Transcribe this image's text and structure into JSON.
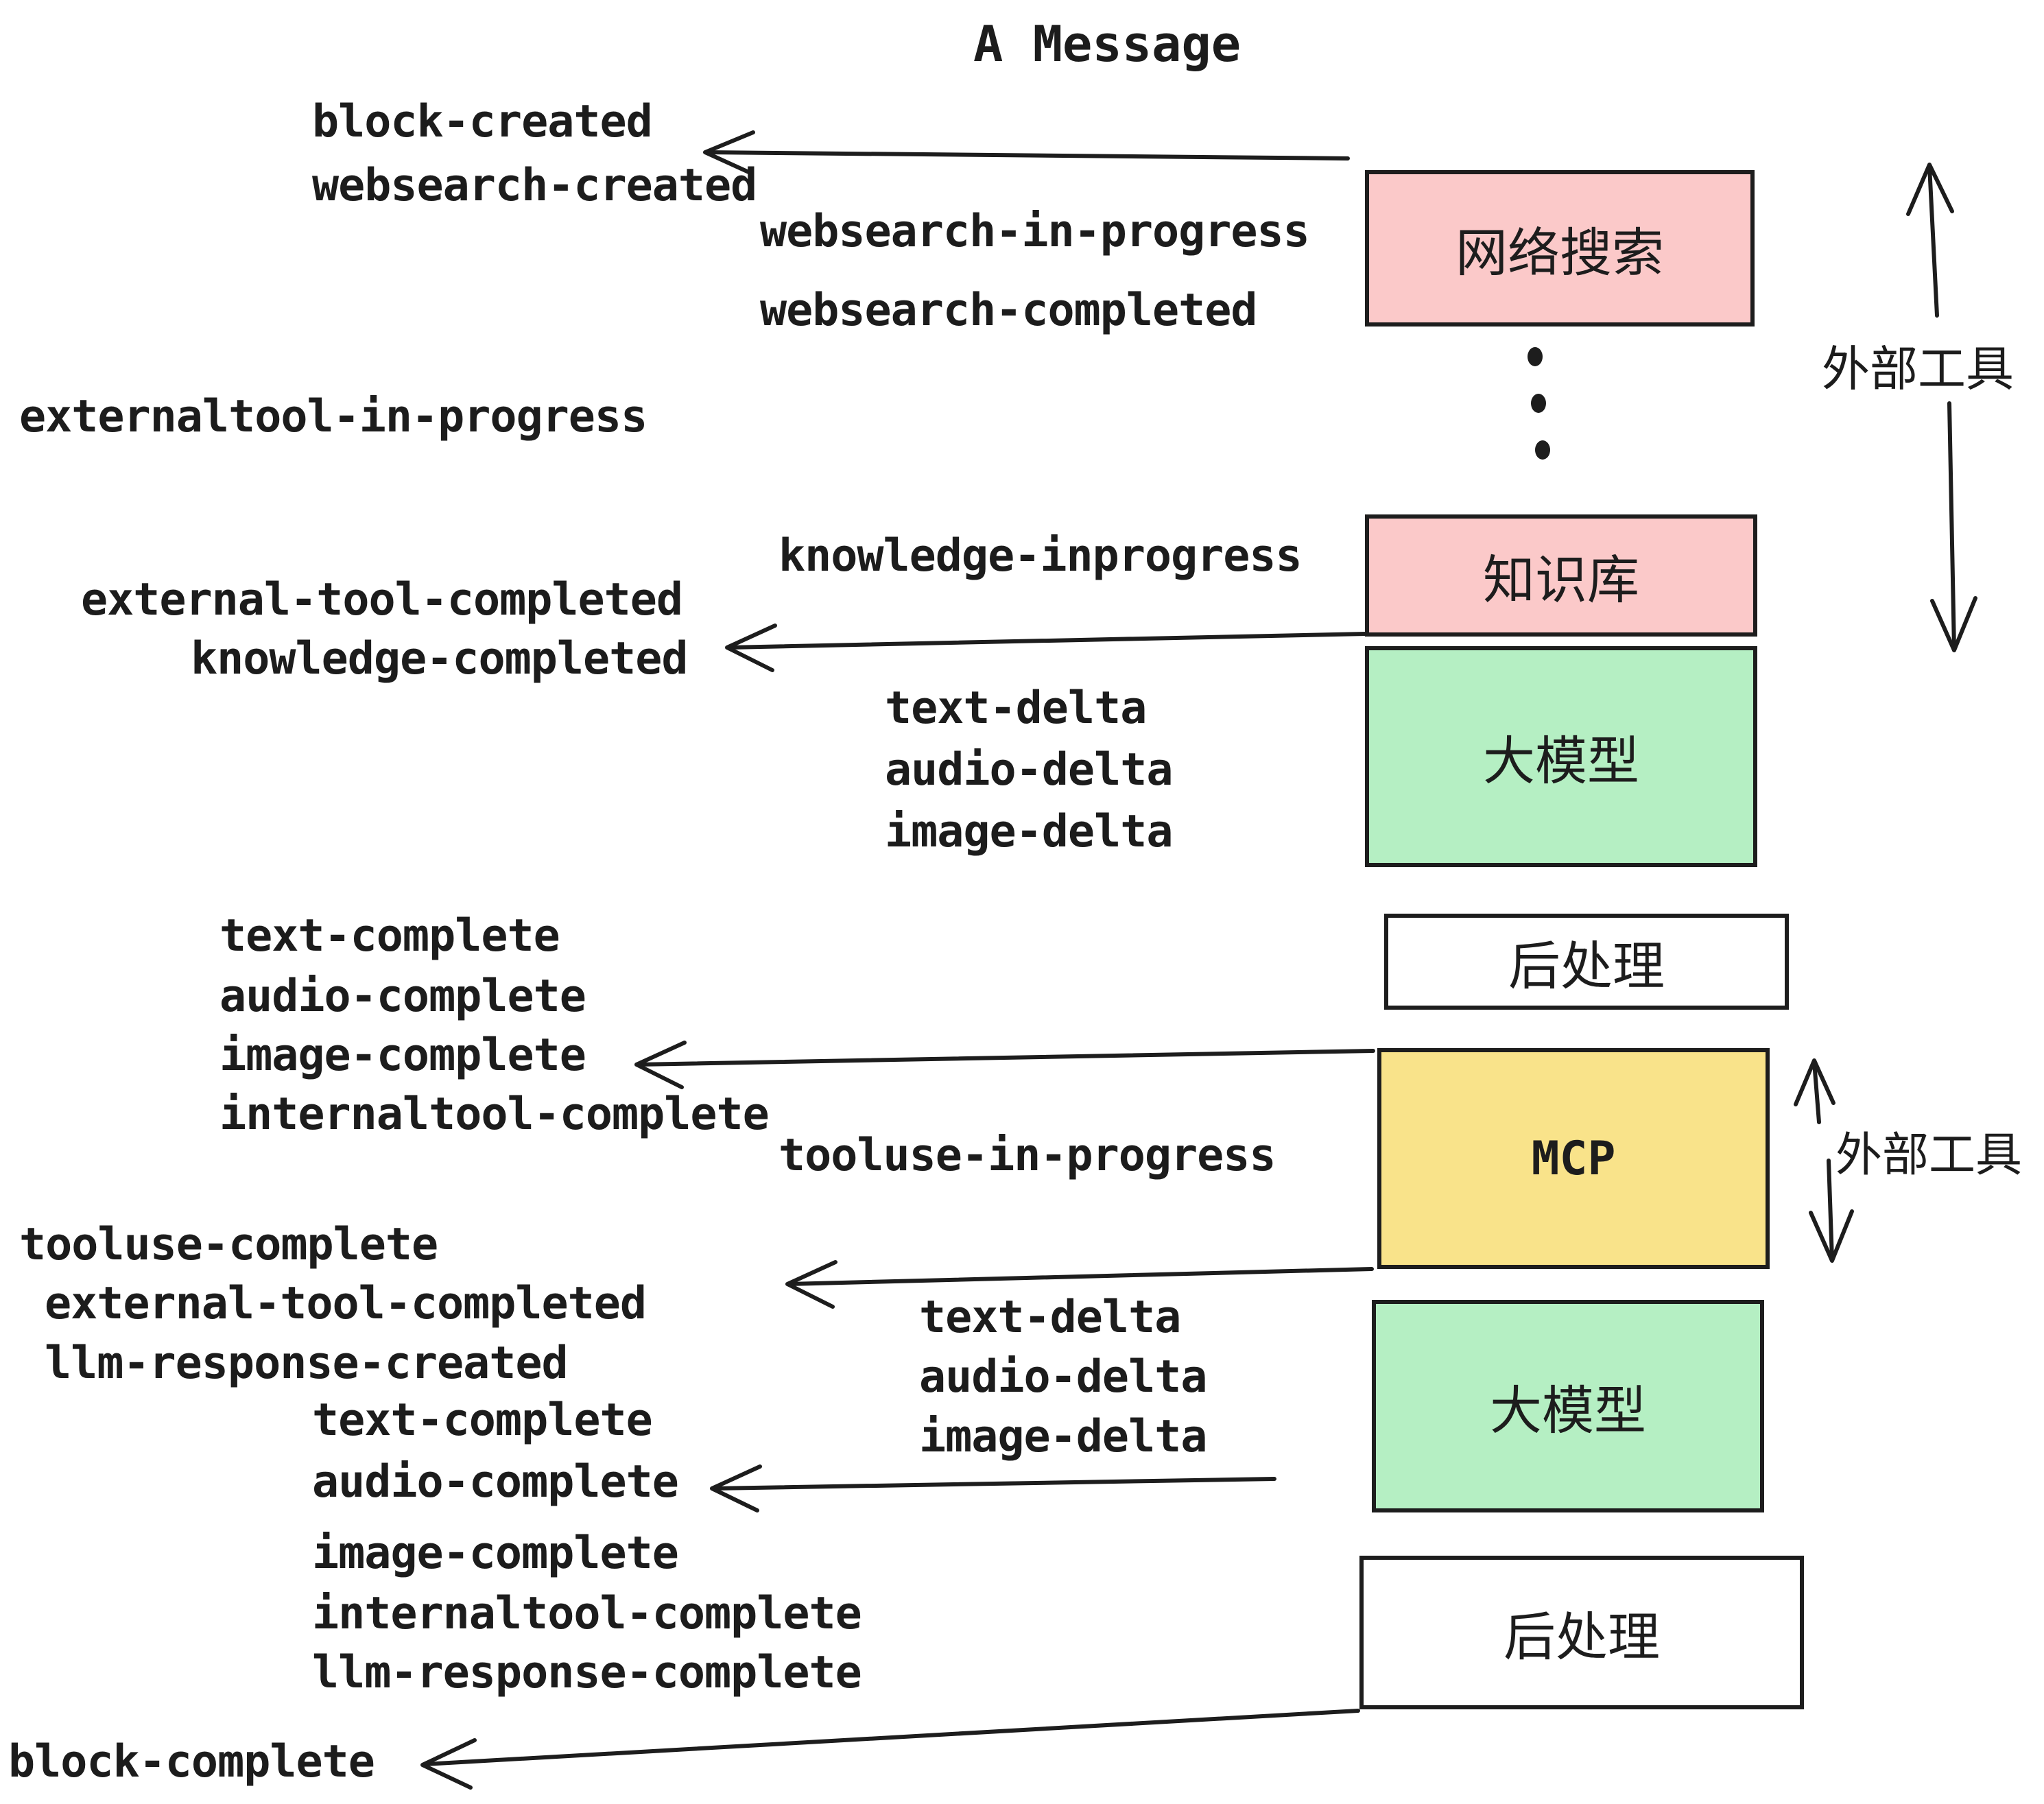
{
  "title": "A Message",
  "boxes": {
    "websearch": {
      "label": "网络搜索",
      "color": "#fbc9c9"
    },
    "knowledge": {
      "label": "知识库",
      "color": "#fbc9c9"
    },
    "llm1": {
      "label": "大模型",
      "color": "#b5efc3"
    },
    "post1": {
      "label": "后处理",
      "color": "#ffffff"
    },
    "mcp": {
      "label": "MCP",
      "color": "#f9e38a"
    },
    "llm2": {
      "label": "大模型",
      "color": "#b5efc3"
    },
    "post2": {
      "label": "后处理",
      "color": "#ffffff"
    }
  },
  "side_labels": {
    "external_tools_1": "外部工具",
    "external_tools_2": "外部工具"
  },
  "events": {
    "block_created": "block-created",
    "websearch_created": "websearch-created",
    "websearch_in_progress": "websearch-in-progress",
    "websearch_completed": "websearch-completed",
    "externaltool_in_progress": "externaltool-in-progress",
    "knowledge_inprogress": "knowledge-inprogress",
    "external_tool_completed": "external-tool-completed",
    "knowledge_completed": "knowledge-completed",
    "text_delta": "text-delta",
    "audio_delta": "audio-delta",
    "image_delta": "image-delta",
    "text_complete": "text-complete",
    "audio_complete": "audio-complete",
    "image_complete": "image-complete",
    "internaltool_complete": "internaltool-complete",
    "tooluse_in_progress": "tooluse-in-progress",
    "tooluse_complete": "tooluse-complete",
    "external_tool_completed_2": "external-tool-completed",
    "llm_response_created": "llm-response-created",
    "text_complete_2": "text-complete",
    "audio_complete_2": "audio-complete",
    "text_delta_2": "text-delta",
    "audio_delta_2": "audio-delta",
    "image_delta_2": "image-delta",
    "image_complete_2": "image-complete",
    "internaltool_complete_2": "internaltool-complete",
    "llm_response_complete": "llm-response-complete",
    "block_complete": "block-complete"
  },
  "icons": {
    "ellipsis_dots": "vertical-ellipsis",
    "arrows": "hand-drawn-left-arrows"
  },
  "colors": {
    "ink": "#1d1d1d",
    "pink": "#fbc9c9",
    "green": "#b5efc3",
    "yellow": "#f9e38a",
    "background": "#ffffff"
  }
}
